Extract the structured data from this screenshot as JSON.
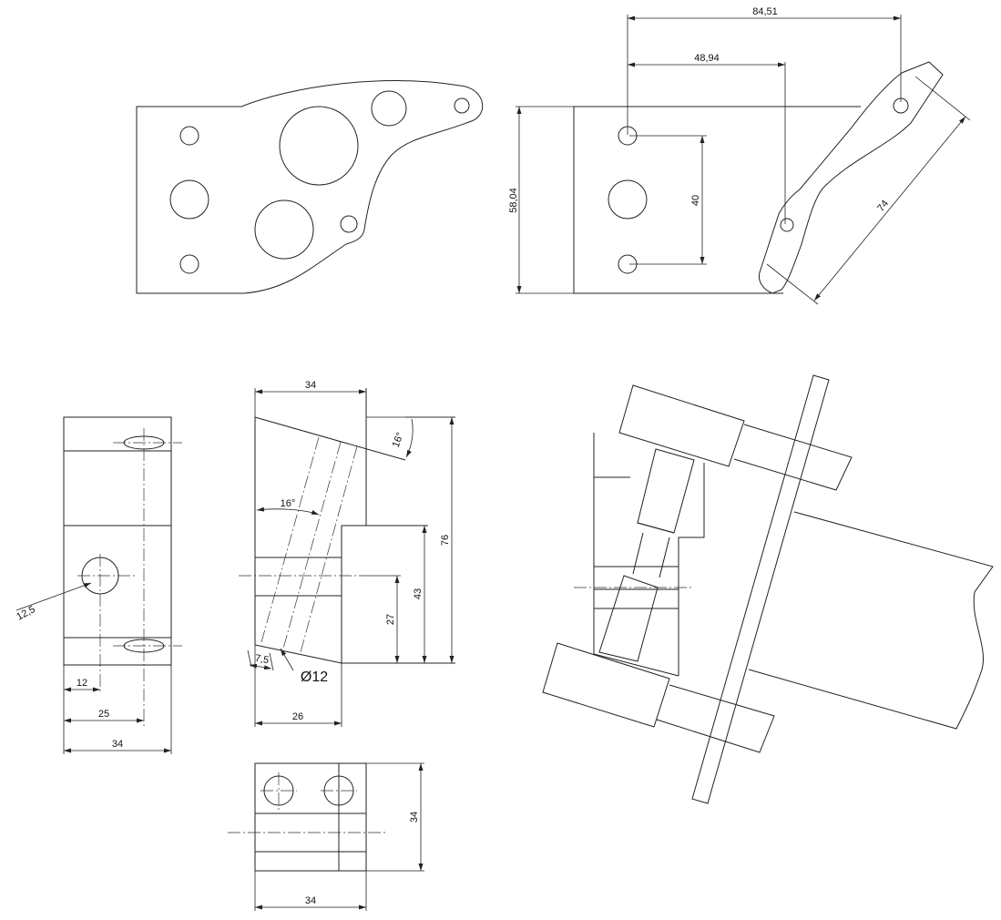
{
  "drawing": {
    "plate_front": {},
    "plate_assembly": {
      "dims": {
        "d1": "84,51",
        "d2": "48,94",
        "d3": "58,04",
        "d4": "40",
        "d5": "74"
      }
    },
    "block_side": {
      "dims": {
        "r": "12,5",
        "w1": "12",
        "w2": "25",
        "w3": "34"
      }
    },
    "block_section": {
      "dims": {
        "top": "34",
        "ang1": "16°",
        "ang2": "16°",
        "h1": "27",
        "h2": "43",
        "h3": "76",
        "off": "7,5",
        "hole": "Ø12",
        "bot": "26"
      }
    },
    "block_top": {
      "dims": {
        "h": "34",
        "w": "34"
      }
    },
    "assembly_view": {}
  }
}
